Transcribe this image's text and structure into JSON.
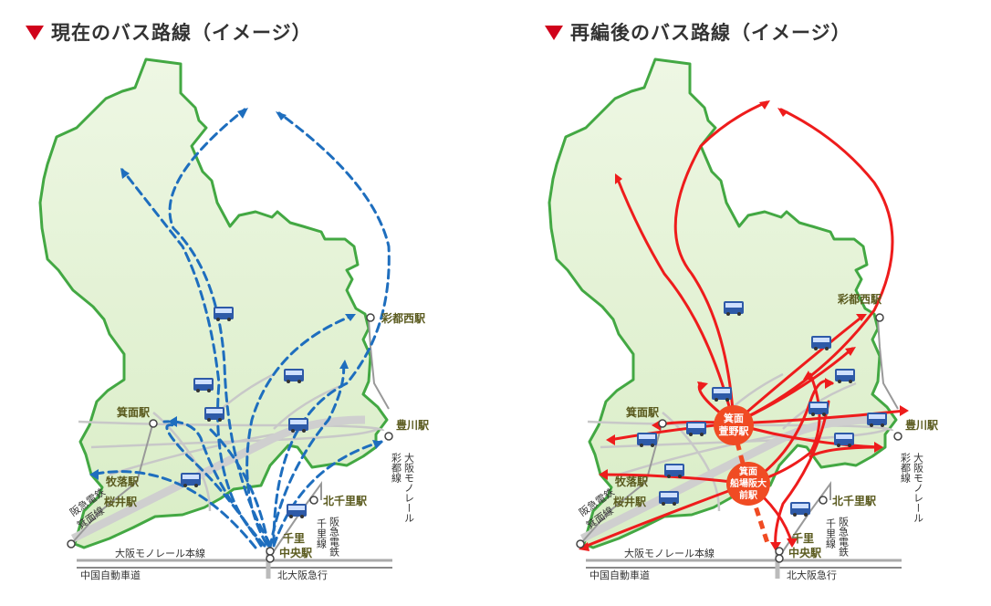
{
  "panels": [
    {
      "title": "現在のバス路線（イメージ）",
      "route_color": "#1e6ebe",
      "route_style": "dashed",
      "stations": {
        "saito_nishi": "彩都西駅",
        "toyokawa": "豊川駅",
        "minoh": "箕面駅",
        "makiochi": "牧落駅",
        "sakurai": "桜井駅",
        "kitasenri": "北千里駅",
        "senri": "千里",
        "chuo": "中央駅"
      },
      "lines": {
        "monorail_saito_1": "大阪モノレール",
        "monorail_saito_2": "彩都線",
        "hankyu_minoh_1": "阪急電鉄",
        "hankyu_minoh_2": "箕面線",
        "hankyu_senri_1": "阪急電鉄",
        "hankyu_senri_2": "千里線",
        "monorail_main": "大阪モノレール本線",
        "chugoku": "中国自動車道",
        "kitaosaka": "北大阪急行"
      }
    },
    {
      "title": "再編後のバス路線（イメージ）",
      "route_color": "#ee1c1c",
      "route_style": "solid",
      "hub_color": "#f04b23",
      "stations": {
        "saito_nishi": "彩都西駅",
        "toyokawa": "豊川駅",
        "minoh": "箕面駅",
        "makiochi": "牧落駅",
        "sakurai": "桜井駅",
        "kitasenri": "北千里駅",
        "senri": "千里",
        "chuo": "中央駅"
      },
      "hubs": {
        "kayano_1": "箕面",
        "kayano_2": "萱野駅",
        "funaba_1": "箕面",
        "funaba_2": "船場阪大",
        "funaba_3": "前駅"
      },
      "lines": {
        "monorail_saito_1": "大阪モノレール",
        "monorail_saito_2": "彩都線",
        "hankyu_minoh_1": "阪急電鉄",
        "hankyu_minoh_2": "箕面線",
        "hankyu_senri_1": "阪急電鉄",
        "hankyu_senri_2": "千里線",
        "monorail_main": "大阪モノレール本線",
        "chugoku": "中国自動車道",
        "kitaosaka": "北大阪急行"
      }
    }
  ]
}
